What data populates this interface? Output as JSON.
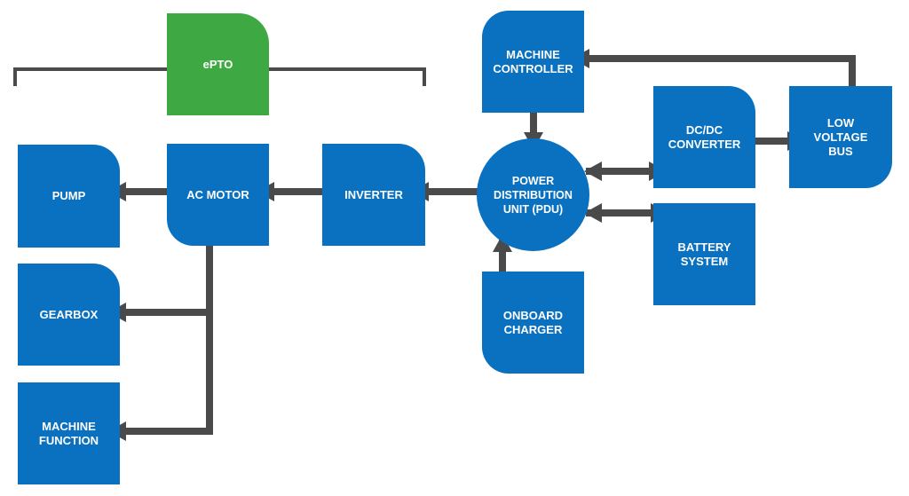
{
  "colors": {
    "block": "#0a70c0",
    "epto": "#3ea843",
    "arrow": "#4a4a4a",
    "background": "#ffffff"
  },
  "blocks": {
    "epto": "ePTO",
    "pump": "PUMP",
    "ac_motor": "AC MOTOR",
    "inverter": "INVERTER",
    "gearbox": "GEARBOX",
    "machine_function": "MACHINE FUNCTION",
    "machine_controller": "MACHINE CONTROLLER",
    "pdu": "POWER DISTRIBUTION UNIT (PDU)",
    "dcdc_converter": "DC/DC CONVERTER",
    "low_voltage_bus": "LOW VOLTAGE BUS",
    "battery_system": "BATTERY SYSTEM",
    "onboard_charger": "ONBOARD CHARGER"
  }
}
